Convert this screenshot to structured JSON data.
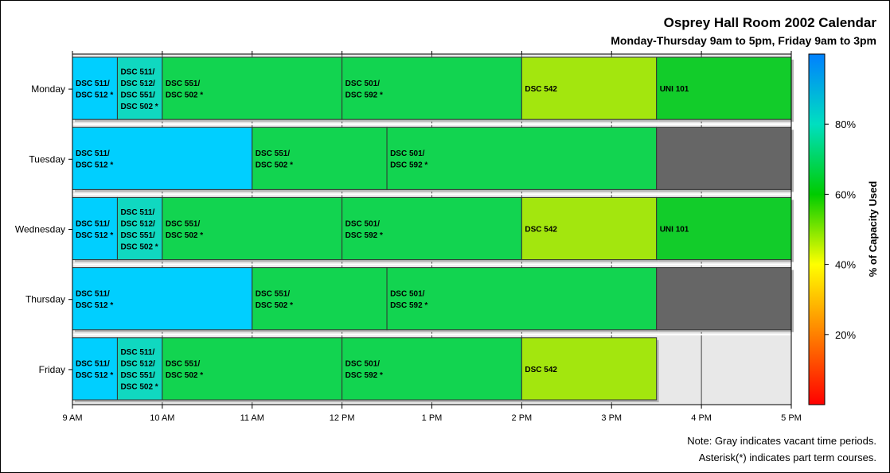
{
  "chart_data": {
    "type": "bar",
    "title": "Osprey Hall Room 2002 Calendar",
    "subtitle": "Monday-Thursday 9am to 5pm, Friday 9am to 3pm",
    "categories": [
      "Monday",
      "Tuesday",
      "Wednesday",
      "Thursday",
      "Friday"
    ],
    "x_ticks": [
      "9 AM",
      "10 AM",
      "11 AM",
      "12 PM",
      "1 PM",
      "2 PM",
      "3 PM",
      "4 PM",
      "5 PM"
    ],
    "xlim": [
      9,
      17
    ],
    "grid": true,
    "colorbar": {
      "title": "% of Capacity Used",
      "ticks": [
        "20%",
        "40%",
        "60%",
        "80%"
      ],
      "range": [
        0,
        100
      ],
      "colors": [
        "#ff0000",
        "#ff8000",
        "#ffff00",
        "#00cc00",
        "#00dfc0",
        "#0080ff"
      ]
    },
    "vacant_color": "#666666",
    "rows": [
      {
        "day": "Monday",
        "blocks": [
          {
            "start": 9,
            "end": 9.5,
            "lines": [
              "DSC 511/",
              "DSC 512 *"
            ],
            "color": "#00cfff"
          },
          {
            "start": 9.5,
            "end": 10,
            "lines": [
              "DSC 511/",
              "DSC 512/",
              "DSC 551/",
              "DSC 502 *"
            ],
            "color": "#10d8c0"
          },
          {
            "start": 10,
            "end": 12,
            "lines": [
              "DSC 551/",
              "DSC 502 *"
            ],
            "color": "#12d450"
          },
          {
            "start": 12,
            "end": 14,
            "lines": [
              "DSC 501/",
              "DSC 592 *"
            ],
            "color": "#12d450"
          },
          {
            "start": 14,
            "end": 15.5,
            "lines": [
              "DSC 542"
            ],
            "color": "#a3e60e"
          },
          {
            "start": 15.5,
            "end": 17,
            "lines": [
              "UNI 101"
            ],
            "color": "#12cc2a"
          }
        ]
      },
      {
        "day": "Tuesday",
        "blocks": [
          {
            "start": 9,
            "end": 11,
            "lines": [
              "DSC 511/",
              "DSC 512 *"
            ],
            "color": "#00cfff"
          },
          {
            "start": 11,
            "end": 12.5,
            "lines": [
              "DSC 551/",
              "DSC 502 *"
            ],
            "color": "#12d450"
          },
          {
            "start": 12.5,
            "end": 15.5,
            "lines": [
              "DSC 501/",
              "DSC 592 *"
            ],
            "color": "#12d450"
          },
          {
            "start": 15.5,
            "end": 17,
            "lines": [],
            "color": "#666666"
          }
        ]
      },
      {
        "day": "Wednesday",
        "blocks": [
          {
            "start": 9,
            "end": 9.5,
            "lines": [
              "DSC 511/",
              "DSC 512 *"
            ],
            "color": "#00cfff"
          },
          {
            "start": 9.5,
            "end": 10,
            "lines": [
              "DSC 511/",
              "DSC 512/",
              "DSC 551/",
              "DSC 502 *"
            ],
            "color": "#10d8c0"
          },
          {
            "start": 10,
            "end": 12,
            "lines": [
              "DSC 551/",
              "DSC 502 *"
            ],
            "color": "#12d450"
          },
          {
            "start": 12,
            "end": 14,
            "lines": [
              "DSC 501/",
              "DSC 592 *"
            ],
            "color": "#12d450"
          },
          {
            "start": 14,
            "end": 15.5,
            "lines": [
              "DSC 542"
            ],
            "color": "#a3e60e"
          },
          {
            "start": 15.5,
            "end": 17,
            "lines": [
              "UNI 101"
            ],
            "color": "#12cc2a"
          }
        ]
      },
      {
        "day": "Thursday",
        "blocks": [
          {
            "start": 9,
            "end": 11,
            "lines": [
              "DSC 511/",
              "DSC 512 *"
            ],
            "color": "#00cfff"
          },
          {
            "start": 11,
            "end": 12.5,
            "lines": [
              "DSC 551/",
              "DSC 502 *"
            ],
            "color": "#12d450"
          },
          {
            "start": 12.5,
            "end": 15.5,
            "lines": [
              "DSC 501/",
              "DSC 592 *"
            ],
            "color": "#12d450"
          },
          {
            "start": 15.5,
            "end": 17,
            "lines": [],
            "color": "#666666"
          }
        ]
      },
      {
        "day": "Friday",
        "blocks": [
          {
            "start": 9,
            "end": 9.5,
            "lines": [
              "DSC 511/",
              "DSC 512 *"
            ],
            "color": "#00cfff"
          },
          {
            "start": 9.5,
            "end": 10,
            "lines": [
              "DSC 511/",
              "DSC 512/",
              "DSC 551/",
              "DSC 502 *"
            ],
            "color": "#10d8c0"
          },
          {
            "start": 10,
            "end": 12,
            "lines": [
              "DSC 551/",
              "DSC 502 *"
            ],
            "color": "#12d450"
          },
          {
            "start": 12,
            "end": 14,
            "lines": [
              "DSC 501/",
              "DSC 592 *"
            ],
            "color": "#12d450"
          },
          {
            "start": 14,
            "end": 15.5,
            "lines": [
              "DSC 542"
            ],
            "color": "#a3e60e"
          }
        ]
      }
    ],
    "notes": [
      "Note: Gray indicates vacant time periods.",
      "Asterisk(*) indicates part term courses."
    ]
  }
}
